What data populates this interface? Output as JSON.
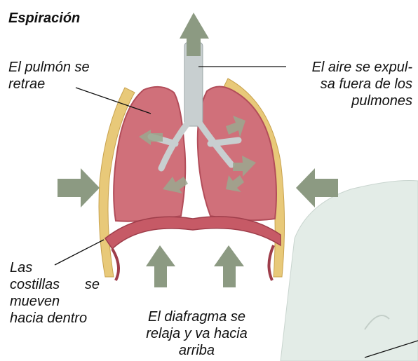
{
  "title": "Espiración",
  "labels": {
    "pulmon_line1": "El pulmón se",
    "pulmon_line2": "retrae",
    "aire_line1": "El aire se expul-",
    "aire_line2": "sa fuera de los",
    "aire_line3": "pulmones",
    "costillas_line1": "Las",
    "costillas_line2a": "costillas",
    "costillas_line2b": "se",
    "costillas_line3": "mueven",
    "costillas_line4": "hacia dentro",
    "diafragma_line1": "El diafragma se",
    "diafragma_line2": "relaja y va hacia",
    "diafragma_line3": "arriba"
  },
  "colors": {
    "lung": "#d0707a",
    "lung_dark": "#b24d5a",
    "rib": "#e8c979",
    "arrow": "#8c9a82",
    "trachea": "#c8cfd0",
    "body_silhouette": "#e3ece7"
  }
}
